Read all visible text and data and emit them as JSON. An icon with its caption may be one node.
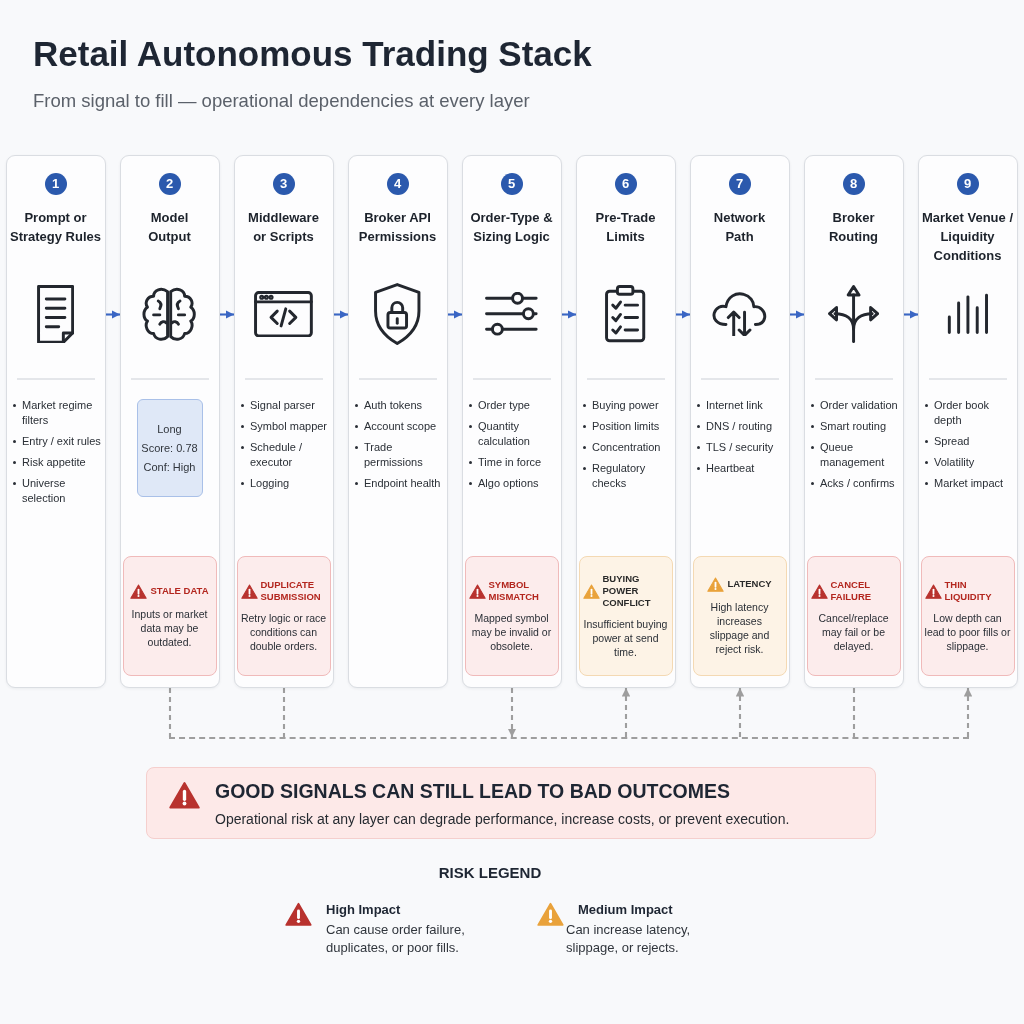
{
  "diagram": {
    "title": "Retail Autonomous Trading Stack",
    "nodes": [
      {
        "text": [
          "Prompt or Strategy Rules",
          "Market regime filters",
          "Entry / exit rules",
          "Risk appetite",
          "Universe selection"
        ]
      },
      {
        "text": [
          "1"
        ],
        "in": 0
      },
      {
        "text": [
          "Model Output"
        ]
      },
      {
        "text": [
          "2"
        ],
        "in": 2
      },
      {
        "text": [
          "Long",
          "Score: 0.78",
          "Conf: High"
        ],
        "in": 2
      },
      {
        "text": [
          "STALE DATA",
          "Inputs or market data may be outdated."
        ],
        "in": 2
      },
      {
        "text": [
          "Middleware or Scripts",
          "Signal parser",
          "Symbol mapper",
          "Schedule / executor",
          "Logging"
        ]
      },
      {
        "text": [
          "3"
        ],
        "in": 6
      },
      {
        "text": [
          "DUPLICATE SUBMISSION",
          "Retry logic or race conditions can double orders."
        ],
        "in": 6
      },
      {
        "text": [
          "Broker API Permissions",
          "Auth tokens",
          "Account scope",
          "Trade permissions",
          "Endpoint health"
        ]
      },
      {
        "text": [
          "4"
        ],
        "in": 9
      },
      {
        "text": [
          "Order-Type & Sizing Logic",
          "Order type",
          "Quantity calculation",
          "Time in force",
          "Algo options"
        ]
      },
      {
        "text": [
          "5"
        ],
        "in": 11
      },
      {
        "text": [
          "SYMBOL MISMATCH",
          "Mapped symbol may be invalid or obsolete."
        ],
        "in": 11
      },
      {
        "text": [
          "Pre-Trade Limits",
          "Buying power",
          "Position limits",
          "Concentration",
          "Regulatory checks"
        ]
      },
      {
        "text": [
          "6"
        ],
        "in": 14
      },
      {
        "text": [
          "BUYING POWER CONFLICT",
          "Insufficient buying power at send time."
        ],
        "in": 14
      },
      {
        "text": [
          "Network Path",
          "Internet link",
          "DNS / routing",
          "TLS / security",
          "Heartbeat"
        ]
      },
      {
        "text": [
          "7"
        ],
        "in": 17
      },
      {
        "text": [
          "LATENCY",
          "High latency increases slippage and reject risk."
        ],
        "in": 17
      },
      {
        "text": [
          "Broker Routing",
          "Order validation",
          "Smart routing",
          "Queue management",
          "Acks / confirms"
        ]
      },
      {
        "text": [
          "8"
        ],
        "in": 20
      },
      {
        "text": [
          "CANCEL FAILURE",
          "Cancel/replace may fail or be delayed."
        ],
        "in": 20
      },
      {
        "text": [
          "Market Venue / Liquidity Conditions",
          "Order book depth",
          "Spread",
          "Volatility",
          "Market impact"
        ]
      },
      {
        "text": [
          "9"
        ],
        "in": 23
      },
      {
        "text": [
          "THIN LIQUIDITY",
          "Low depth can lead to poor fills or slippage."
        ],
        "in": 23
      },
      {
        "text": [],
        "shape": "line"
      },
      {
        "text": [
          "GOOD SIGNALS CAN STILL LEAD TO BAD OUTCOMES",
          "Operational risk at any layer can degrade performance, increase costs, or prevent execution."
        ]
      }
    ],
    "edges": [
      {
        "from": 0,
        "to": 2,
        "arrow": "to"
      },
      {
        "from": 2,
        "to": 6,
        "arrow": "to"
      },
      {
        "from": 6,
        "to": 9,
        "arrow": "to"
      },
      {
        "from": 9,
        "to": 11,
        "arrow": "to"
      },
      {
        "from": 11,
        "to": 14,
        "arrow": "to"
      },
      {
        "from": 14,
        "to": 17,
        "arrow": "to"
      },
      {
        "from": 17,
        "to": 20,
        "arrow": "to"
      },
      {
        "from": 20,
        "to": 23,
        "arrow": "to"
      },
      {
        "from": 2,
        "to": 26,
        "arrow": "none",
        "style": "dashed",
        "color": "#9e9e9e"
      },
      {
        "from": 6,
        "to": 26,
        "arrow": "none",
        "style": "dashed",
        "color": "#9e9e9e"
      },
      {
        "from": 11,
        "to": 26,
        "arrow": "to",
        "style": "dashed",
        "color": "#9e9e9e"
      },
      {
        "from": 26,
        "to": 14,
        "arrow": "to",
        "style": "dashed",
        "color": "#9e9e9e"
      },
      {
        "from": 26,
        "to": 17,
        "arrow": "to",
        "style": "dashed",
        "color": "#9e9e9e"
      },
      {
        "from": 20,
        "to": 26,
        "arrow": "none",
        "style": "dashed",
        "color": "#9e9e9e"
      },
      {
        "from": 26,
        "to": 23,
        "arrow": "to",
        "style": "dashed",
        "color": "#9e9e9e"
      }
    ],
    "labels": [
      "From signal to fill — operational dependencies at every layer",
      "RISK LEGEND",
      "Can cause order failure, duplicates, or poor fills.",
      "Can increase latency, slippage, or rejects."
    ],
    "legend": [
      {
        "text": "High Impact",
        "color": "#b8322e"
      },
      {
        "text": "Medium Impact",
        "color": "#e9a23b"
      }
    ]
  }
}
